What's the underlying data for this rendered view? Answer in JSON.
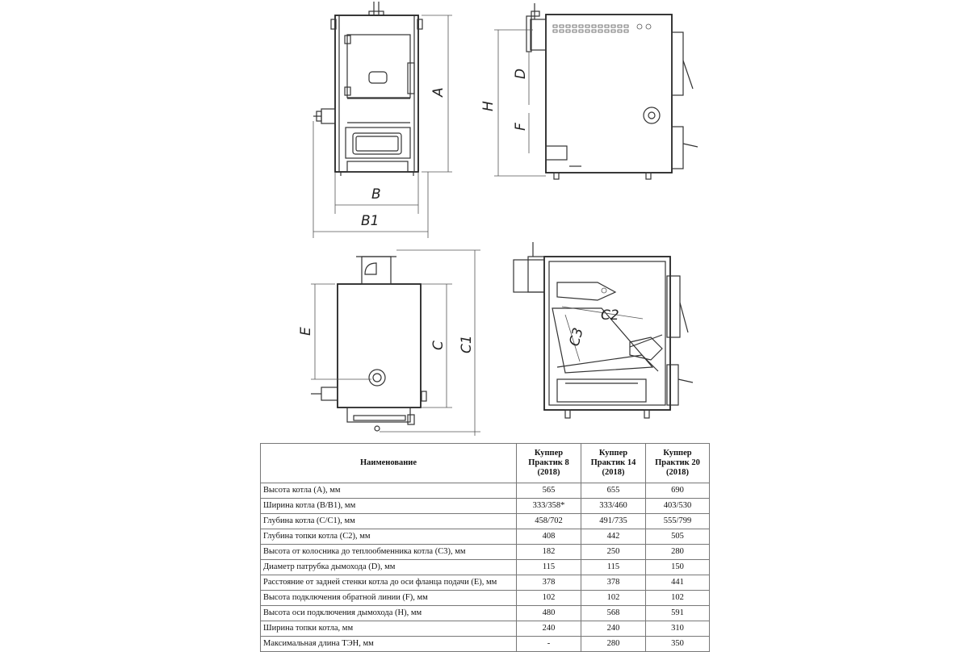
{
  "drawing_labels": {
    "front_view": {
      "a": "A",
      "b": "B",
      "b1": "B1"
    },
    "side_view": {
      "h": "H",
      "d": "D",
      "f": "F"
    },
    "top_view": {
      "e": "E",
      "c": "C",
      "c1": "C1"
    },
    "section_view": {
      "c2": "C2",
      "c3": "C3"
    }
  },
  "table": {
    "header": {
      "name": "Наименование",
      "models": [
        {
          "line1": "Куппер",
          "line2": "Практик 8",
          "line3": "(2018)"
        },
        {
          "line1": "Куппер",
          "line2": "Практик 14",
          "line3": "(2018)"
        },
        {
          "line1": "Куппер",
          "line2": "Практик 20",
          "line3": "(2018)"
        }
      ]
    },
    "rows": [
      {
        "name": "Высота котла (А), мм",
        "values": [
          "565",
          "655",
          "690"
        ]
      },
      {
        "name": "Ширина котла (В/В1), мм",
        "values": [
          "333/358*",
          "333/460",
          "403/530"
        ]
      },
      {
        "name": "Глубина котла (С/С1), мм",
        "values": [
          "458/702",
          "491/735",
          "555/799"
        ]
      },
      {
        "name": "Глубина топки котла (С2), мм",
        "values": [
          "408",
          "442",
          "505"
        ]
      },
      {
        "name": "Высота от колосника до теплообменника котла (С3), мм",
        "values": [
          "182",
          "250",
          "280"
        ]
      },
      {
        "name": "Диаметр патрубка дымохода (D), мм",
        "values": [
          "115",
          "115",
          "150"
        ]
      },
      {
        "name": "Расстояние от задней стенки котла до оси фланца подачи (Е), мм",
        "values": [
          "378",
          "378",
          "441"
        ]
      },
      {
        "name": "Высота подключения обратной линии (F), мм",
        "values": [
          "102",
          "102",
          "102"
        ]
      },
      {
        "name": "Высота оси подключения дымохода (Н), мм",
        "values": [
          "480",
          "568",
          "591"
        ]
      },
      {
        "name": "Ширина топки котла, мм",
        "values": [
          "240",
          "240",
          "310"
        ]
      },
      {
        "name": "Максимальная длина ТЭН, мм",
        "values": [
          "-",
          "280",
          "350"
        ]
      }
    ]
  }
}
